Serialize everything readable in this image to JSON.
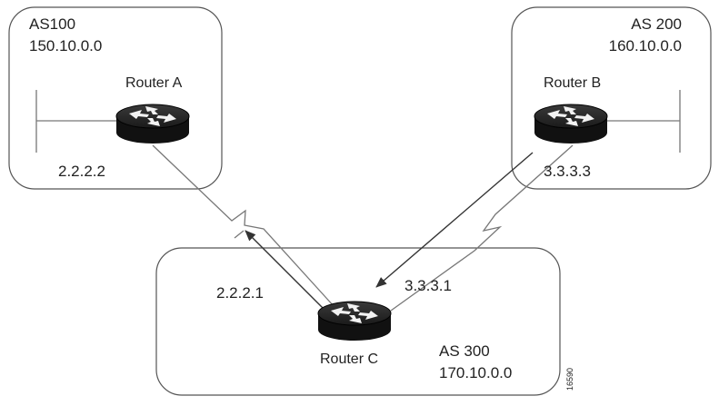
{
  "as_boxes": {
    "as100": {
      "name": "AS100",
      "network": "150.10.0.0"
    },
    "as200": {
      "name": "AS 200",
      "network": "160.10.0.0"
    },
    "as300": {
      "name": "AS 300",
      "network": "170.10.0.0"
    }
  },
  "routers": {
    "a": {
      "label": "Router A",
      "ip": "2.2.2.2"
    },
    "b": {
      "label": "Router B",
      "ip": "3.3.3.3"
    },
    "c": {
      "label": "Router C",
      "ip_left": "2.2.2.1",
      "ip_right": "3.3.3.1"
    }
  },
  "figure_id": "16590",
  "colors": {
    "line": "#666666",
    "box": "#555555",
    "router_dark": "#111111",
    "router_top": "#2a2a2a",
    "arrow_white": "#f2f2f2"
  }
}
